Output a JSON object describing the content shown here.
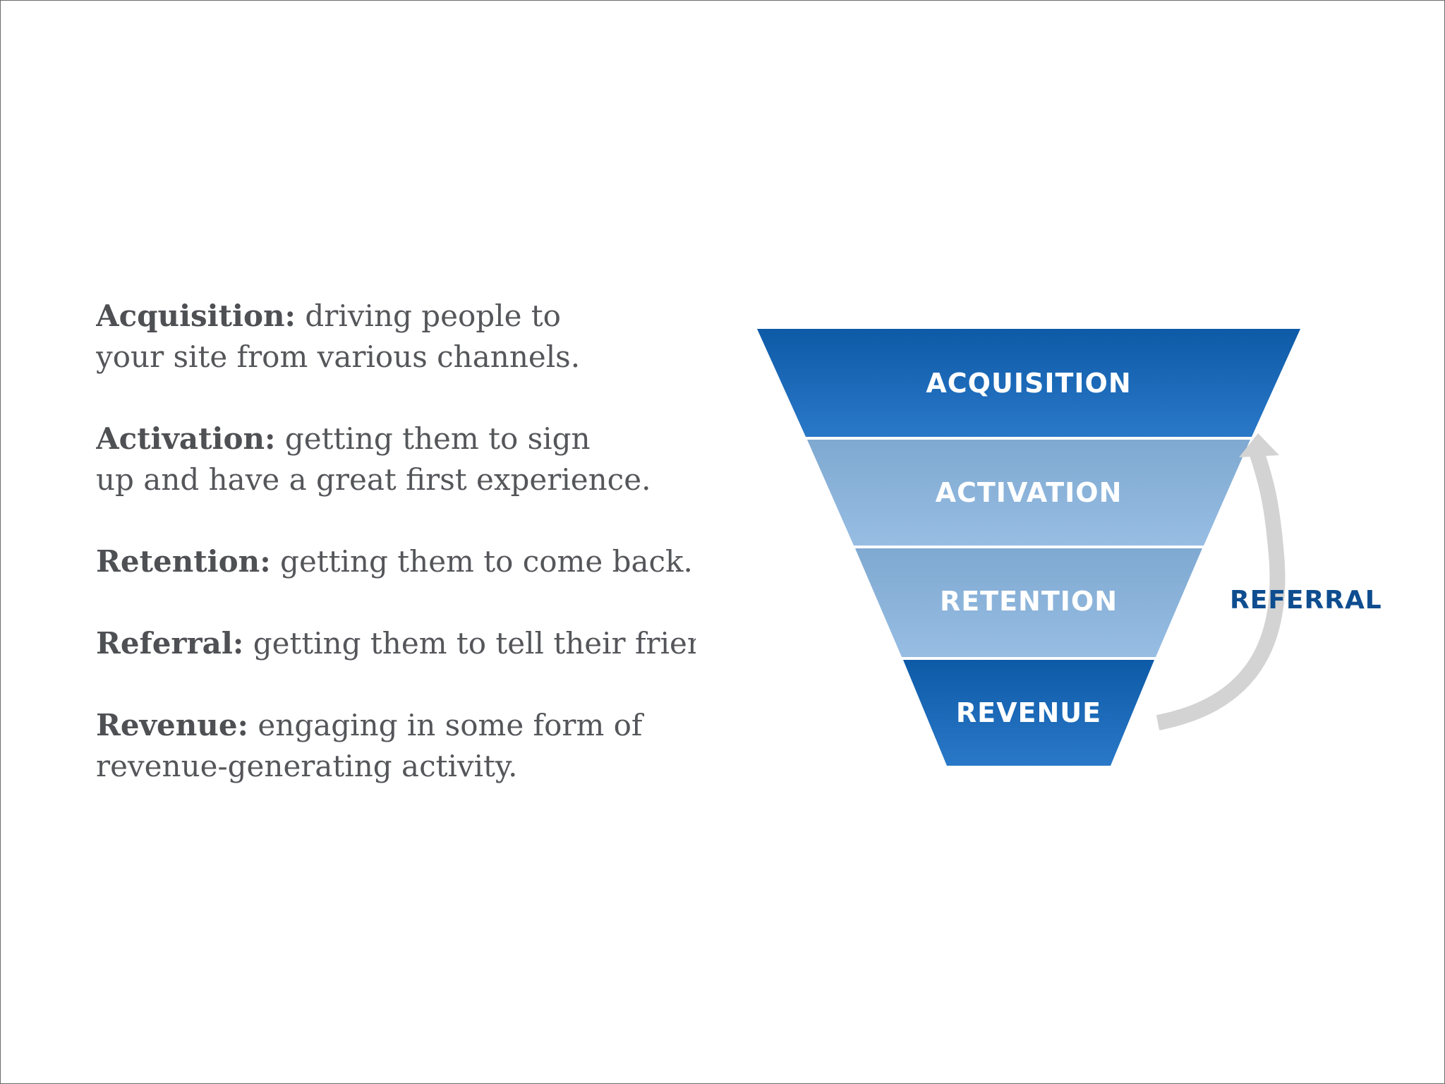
{
  "definitions": [
    {
      "term": "Acquisition:",
      "line1": " driving people to",
      "line2": "your site from various channels."
    },
    {
      "term": "Activation:",
      "line1": " getting them to sign",
      "line2": "up and have a great first experience."
    },
    {
      "term": "Retention:",
      "line1": " getting them to come back.",
      "line2": ""
    },
    {
      "term": "Referral:",
      "line1": " getting them to tell their friends.",
      "line2": ""
    },
    {
      "term": "Revenue:",
      "line1": " engaging in some form of",
      "line2": "revenue-generating activity."
    }
  ],
  "funnel": {
    "stages": [
      "ACQUISITION",
      "ACTIVATION",
      "RETENTION",
      "REVENUE"
    ],
    "loop_label": "REFERRAL"
  },
  "colors": {
    "dark_blue_top": "#0d5aa7",
    "dark_blue_bottom": "#2a78c8",
    "light_blue_top": "#7fa9d1",
    "light_blue_bottom": "#97bde3",
    "referral_text": "#0e4d8f",
    "arrow_gray": "#d3d3d3",
    "body_text": "#55565a"
  }
}
